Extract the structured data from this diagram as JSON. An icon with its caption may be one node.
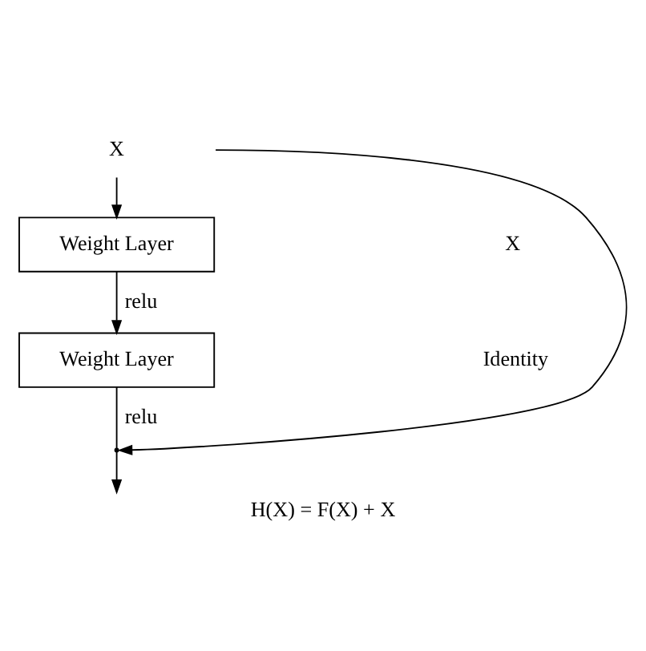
{
  "diagram": {
    "caption": "H(X) = F(X) + X",
    "nodes": [
      {
        "text": [
          "X"
        ]
      },
      {
        "text": [
          "Weight Layer"
        ]
      },
      {
        "text": [
          "Weight Layer"
        ]
      },
      {
        "text": [],
        "shape": "point"
      }
    ],
    "edges": [
      {
        "from": 0,
        "to": 1,
        "arrow": "to"
      },
      {
        "from": 1,
        "to": 2,
        "arrow": "to",
        "label": "relu"
      },
      {
        "from": 2,
        "to": 3,
        "arrow": "none",
        "label": "relu"
      },
      {
        "from": 0,
        "to": 3,
        "arrow": "to"
      },
      {
        "from": 3,
        "to": null,
        "arrow": "to"
      }
    ],
    "labels": [
      "X",
      "Identity"
    ]
  }
}
